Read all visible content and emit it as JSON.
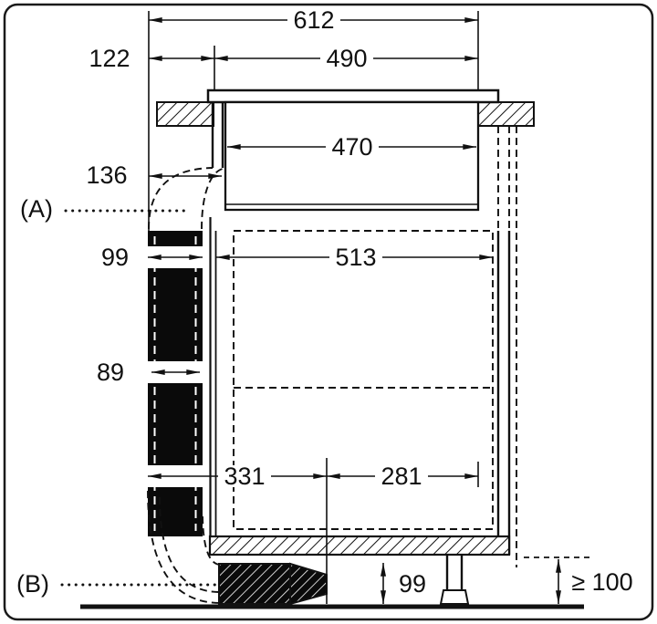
{
  "diagram": {
    "title": "hob-installation-cross-section",
    "dims": {
      "d612": "612",
      "d122": "122",
      "d490": "490",
      "d470": "470",
      "d136": "136",
      "d99_duct": "99",
      "d513": "513",
      "d89": "89",
      "d331": "331",
      "d281": "281",
      "d99_plinth": "99",
      "d_min100": "≥ 100"
    },
    "refs": {
      "a": "(A)",
      "b": "(B)"
    },
    "colors": {
      "line": "#111111",
      "bg": "#ffffff",
      "duct_fill": "#0a0a0a"
    }
  }
}
